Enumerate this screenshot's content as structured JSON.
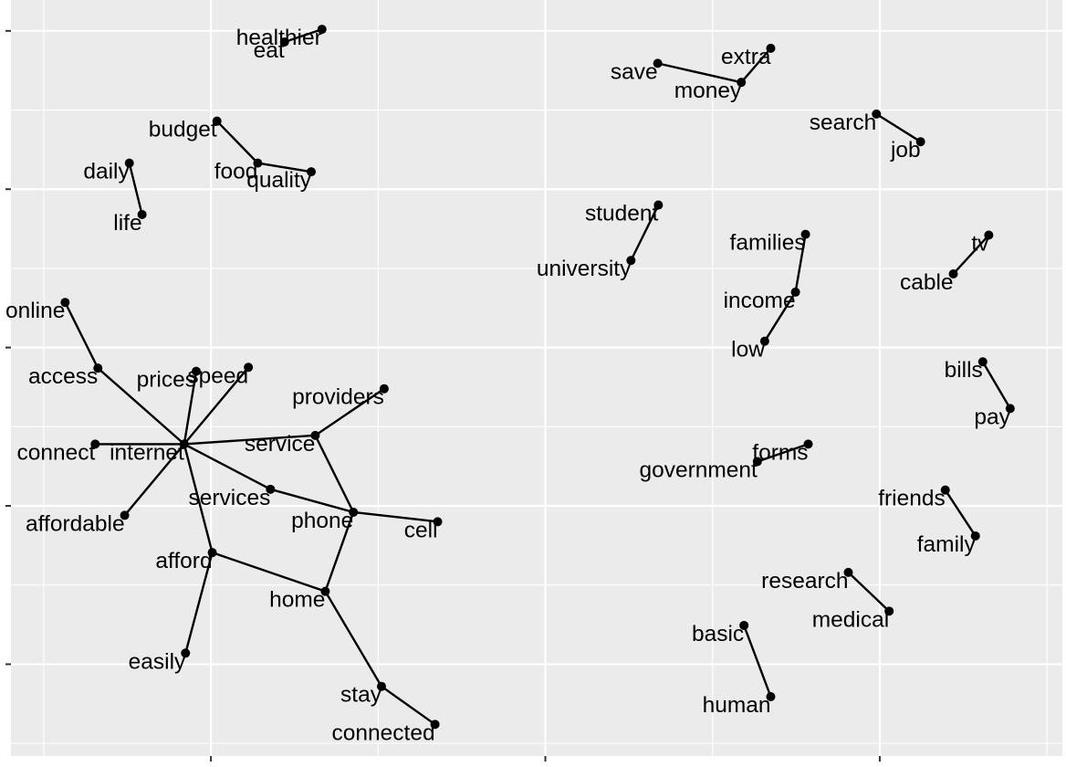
{
  "chart_data": {
    "type": "network",
    "grid": true,
    "background": "#EBEBEB",
    "gridline_color": "#FFFFFF",
    "edge_color": "#000000",
    "node_color": "#000000",
    "nodes": [
      {
        "id": "healthier",
        "label": "healthier",
        "x": -13.34,
        "y": 11.02
      },
      {
        "id": "eat",
        "label": "eat",
        "x": -13.9,
        "y": 10.86
      },
      {
        "id": "extra",
        "label": "extra",
        "x": -6.63,
        "y": 10.78
      },
      {
        "id": "save",
        "label": "save",
        "x": -8.32,
        "y": 10.59
      },
      {
        "id": "money",
        "label": "money",
        "x": -7.07,
        "y": 10.35
      },
      {
        "id": "search",
        "label": "search",
        "x": -5.05,
        "y": 9.95
      },
      {
        "id": "job",
        "label": "job",
        "x": -4.39,
        "y": 9.6
      },
      {
        "id": "daily",
        "label": "daily",
        "x": -16.22,
        "y": 9.33
      },
      {
        "id": "budget",
        "label": "budget",
        "x": -14.91,
        "y": 9.86
      },
      {
        "id": "food",
        "label": "food",
        "x": -14.3,
        "y": 9.33
      },
      {
        "id": "quality",
        "label": "quality",
        "x": -13.5,
        "y": 9.22
      },
      {
        "id": "life",
        "label": "life",
        "x": -16.03,
        "y": 8.68
      },
      {
        "id": "student",
        "label": "student",
        "x": -8.31,
        "y": 8.8
      },
      {
        "id": "university",
        "label": "university",
        "x": -8.72,
        "y": 8.1
      },
      {
        "id": "families",
        "label": "families",
        "x": -6.11,
        "y": 8.43
      },
      {
        "id": "tv",
        "label": "tv",
        "x": -3.37,
        "y": 8.42
      },
      {
        "id": "income",
        "label": "income",
        "x": -6.26,
        "y": 7.7
      },
      {
        "id": "cable",
        "label": "cable",
        "x": -3.9,
        "y": 7.93
      },
      {
        "id": "online",
        "label": "online",
        "x": -17.18,
        "y": 7.57
      },
      {
        "id": "low",
        "label": "low",
        "x": -6.72,
        "y": 7.08
      },
      {
        "id": "access",
        "label": "access",
        "x": -16.69,
        "y": 6.74
      },
      {
        "id": "prices",
        "label": "prices",
        "x": -15.22,
        "y": 6.7
      },
      {
        "id": "speed",
        "label": "speed",
        "x": -14.44,
        "y": 6.75
      },
      {
        "id": "bills",
        "label": "bills",
        "x": -3.46,
        "y": 6.82
      },
      {
        "id": "pay",
        "label": "pay",
        "x": -3.05,
        "y": 6.23
      },
      {
        "id": "providers",
        "label": "providers",
        "x": -12.41,
        "y": 6.48
      },
      {
        "id": "service",
        "label": "service",
        "x": -13.44,
        "y": 5.89
      },
      {
        "id": "internet",
        "label": "internet",
        "x": -15.4,
        "y": 5.78
      },
      {
        "id": "connect",
        "label": "connect",
        "x": -16.73,
        "y": 5.78
      },
      {
        "id": "forms",
        "label": "forms",
        "x": -6.07,
        "y": 5.78
      },
      {
        "id": "government",
        "label": "government",
        "x": -6.83,
        "y": 5.56
      },
      {
        "id": "friends",
        "label": "friends",
        "x": -4.02,
        "y": 5.2
      },
      {
        "id": "services",
        "label": "services",
        "x": -14.11,
        "y": 5.21
      },
      {
        "id": "affordable",
        "label": "affordable",
        "x": -16.29,
        "y": 4.88
      },
      {
        "id": "phone",
        "label": "phone",
        "x": -12.87,
        "y": 4.92
      },
      {
        "id": "cell",
        "label": "cell",
        "x": -11.61,
        "y": 4.8
      },
      {
        "id": "family",
        "label": "family",
        "x": -3.57,
        "y": 4.62
      },
      {
        "id": "afford",
        "label": "afford",
        "x": -14.98,
        "y": 4.41
      },
      {
        "id": "research",
        "label": "research",
        "x": -5.47,
        "y": 4.16
      },
      {
        "id": "home",
        "label": "home",
        "x": -13.29,
        "y": 3.92
      },
      {
        "id": "medical",
        "label": "medical",
        "x": -4.86,
        "y": 3.67
      },
      {
        "id": "basic",
        "label": "basic",
        "x": -7.03,
        "y": 3.49
      },
      {
        "id": "easily",
        "label": "easily",
        "x": -15.38,
        "y": 3.14
      },
      {
        "id": "stay",
        "label": "stay",
        "x": -12.45,
        "y": 2.72
      },
      {
        "id": "human",
        "label": "human",
        "x": -6.63,
        "y": 2.59
      },
      {
        "id": "connected",
        "label": "connected",
        "x": -11.65,
        "y": 2.24
      }
    ],
    "edges": [
      [
        "eat",
        "healthier"
      ],
      [
        "save",
        "money"
      ],
      [
        "money",
        "extra"
      ],
      [
        "search",
        "job"
      ],
      [
        "daily",
        "life"
      ],
      [
        "budget",
        "food"
      ],
      [
        "food",
        "quality"
      ],
      [
        "university",
        "student"
      ],
      [
        "low",
        "income"
      ],
      [
        "income",
        "families"
      ],
      [
        "cable",
        "tv"
      ],
      [
        "pay",
        "bills"
      ],
      [
        "government",
        "forms"
      ],
      [
        "friends",
        "family"
      ],
      [
        "research",
        "medical"
      ],
      [
        "basic",
        "human"
      ],
      [
        "online",
        "access"
      ],
      [
        "access",
        "internet"
      ],
      [
        "prices",
        "internet"
      ],
      [
        "speed",
        "internet"
      ],
      [
        "connect",
        "internet"
      ],
      [
        "affordable",
        "internet"
      ],
      [
        "internet",
        "service"
      ],
      [
        "internet",
        "services"
      ],
      [
        "internet",
        "afford"
      ],
      [
        "service",
        "providers"
      ],
      [
        "service",
        "phone"
      ],
      [
        "services",
        "phone"
      ],
      [
        "phone",
        "cell"
      ],
      [
        "phone",
        "home"
      ],
      [
        "afford",
        "home"
      ],
      [
        "afford",
        "easily"
      ],
      [
        "home",
        "stay"
      ],
      [
        "stay",
        "connected"
      ]
    ],
    "x_ticks": [
      -15,
      -10,
      -5
    ],
    "y_ticks": [
      3,
      5,
      7,
      9,
      11
    ],
    "xlim": [
      -17.99,
      -2.27
    ],
    "ylim": [
      1.84,
      11.39
    ],
    "title": "",
    "xlabel": "",
    "ylabel": ""
  }
}
